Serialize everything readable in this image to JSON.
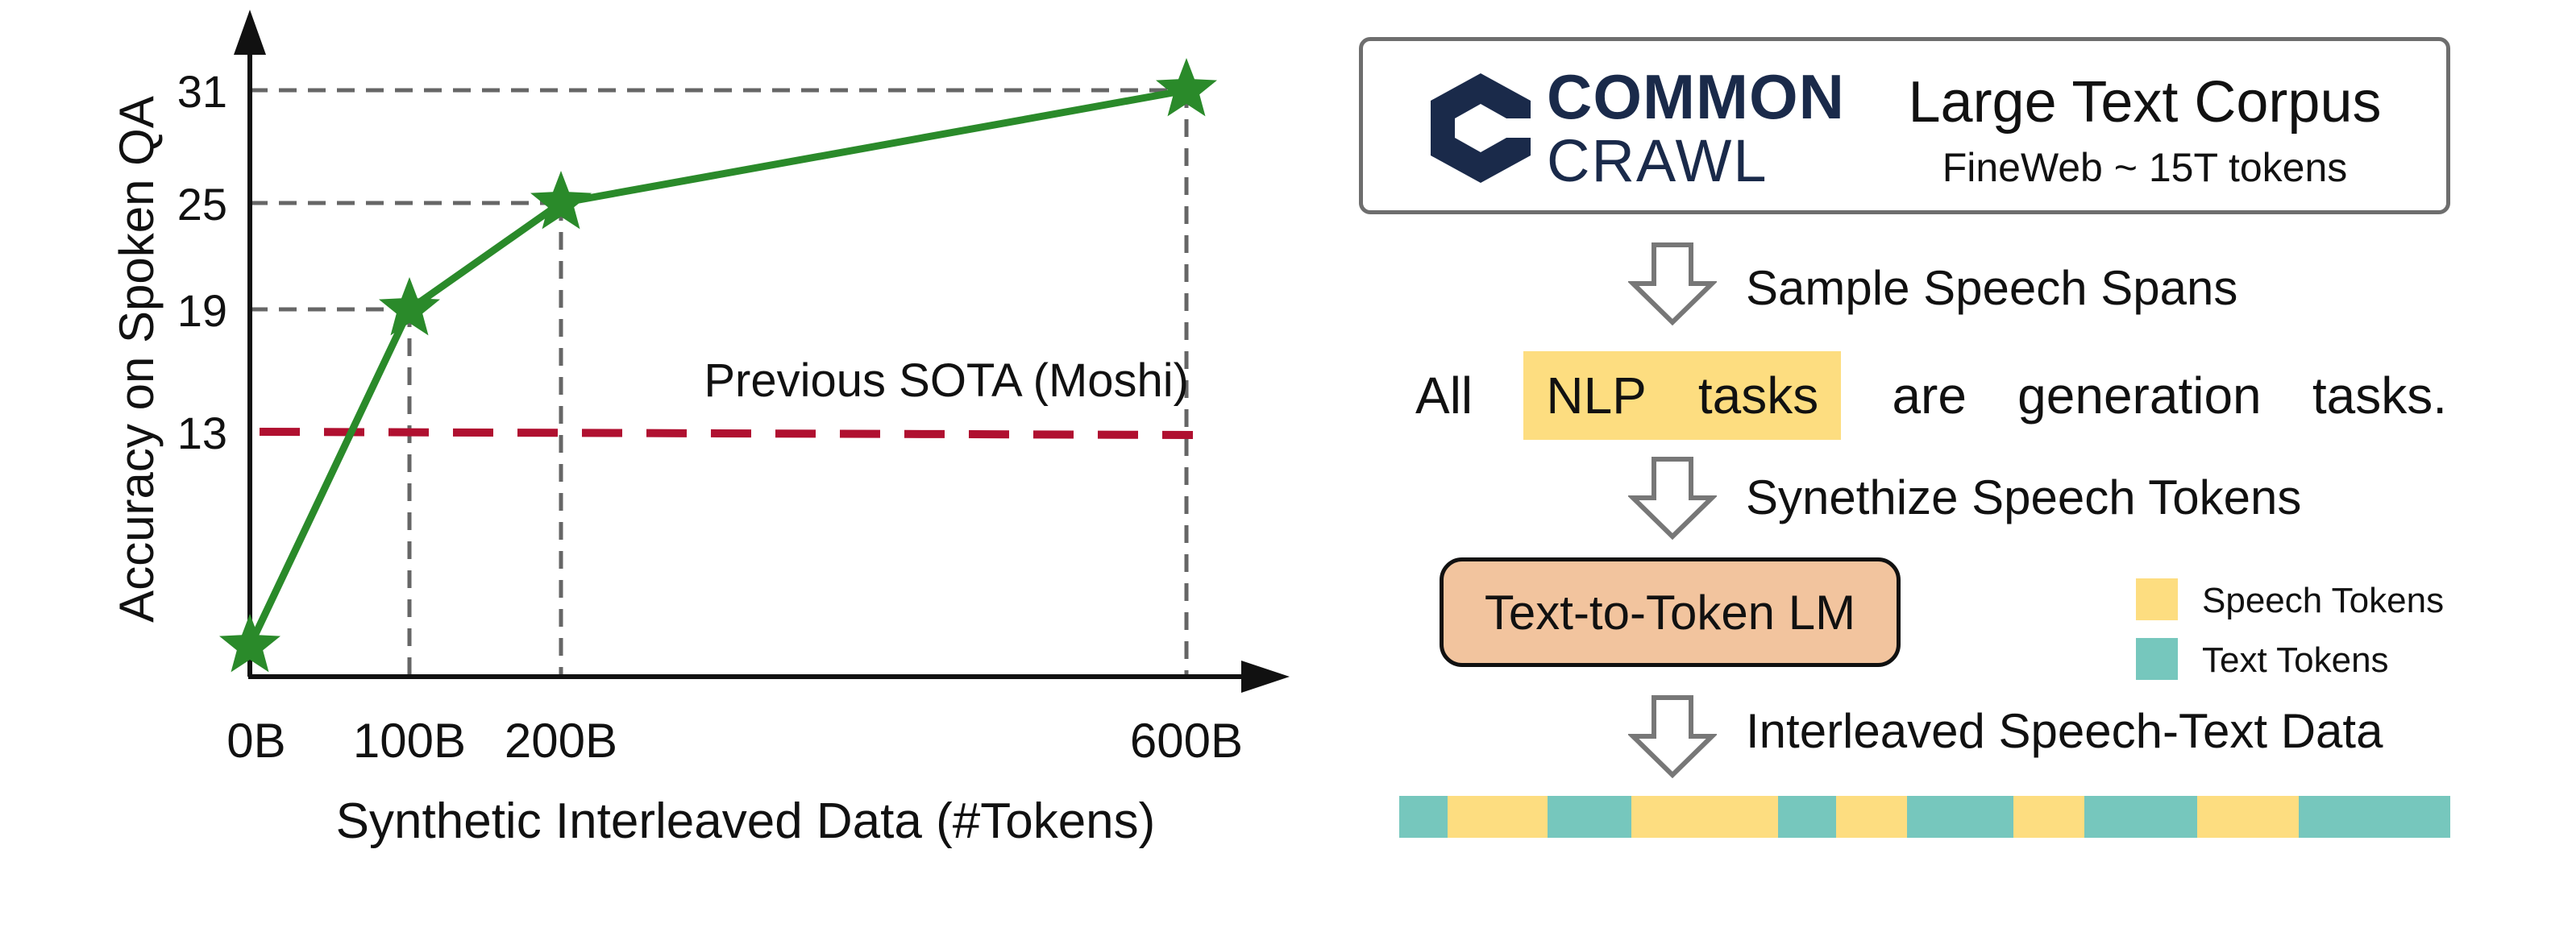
{
  "chart_data": {
    "type": "line",
    "xlabel": "Synthetic Interleaved Data (#Tokens)",
    "ylabel": "Accuracy on Spoken QA",
    "x_ticks": [
      "0B",
      "100B",
      "200B",
      "600B"
    ],
    "y_ticks": [
      "13",
      "19",
      "25",
      "31"
    ],
    "series": [
      {
        "color": "#2a8a2a",
        "marker": "star",
        "points": [
          {
            "x": 0,
            "y": 2.5
          },
          {
            "x": 100,
            "y": 19
          },
          {
            "x": 200,
            "y": 25
          },
          {
            "x": 600,
            "y": 31
          }
        ]
      }
    ],
    "baseline": {
      "label": "Previous SOTA (Moshi)",
      "y": 13,
      "color": "#b01030",
      "style": "dashed"
    },
    "grid": false
  },
  "diagram": {
    "corpus": {
      "logo_line1": "COMMON",
      "logo_line2": "CRAWL",
      "title": "Large Text Corpus",
      "subtitle": "FineWeb ~ 15T tokens"
    },
    "step1_label": "Sample Speech Spans",
    "sentence": {
      "w1": "All",
      "hl1": "NLP",
      "hl2": "tasks",
      "w2": "are",
      "w3": "generation",
      "w4": "tasks."
    },
    "step2_label": "Synethize Speech Tokens",
    "lm_label": "Text-to-Token LM",
    "legend": [
      {
        "label": "Speech Tokens",
        "color": "#fddd80"
      },
      {
        "label": "Text Tokens",
        "color": "#76c7bd"
      }
    ],
    "step3_label": "Interleaved Speech-Text Data",
    "token_sequence": [
      "text",
      "speech",
      "text",
      "speech",
      "text",
      "speech",
      "text",
      "speech",
      "text",
      "speech",
      "text"
    ]
  }
}
